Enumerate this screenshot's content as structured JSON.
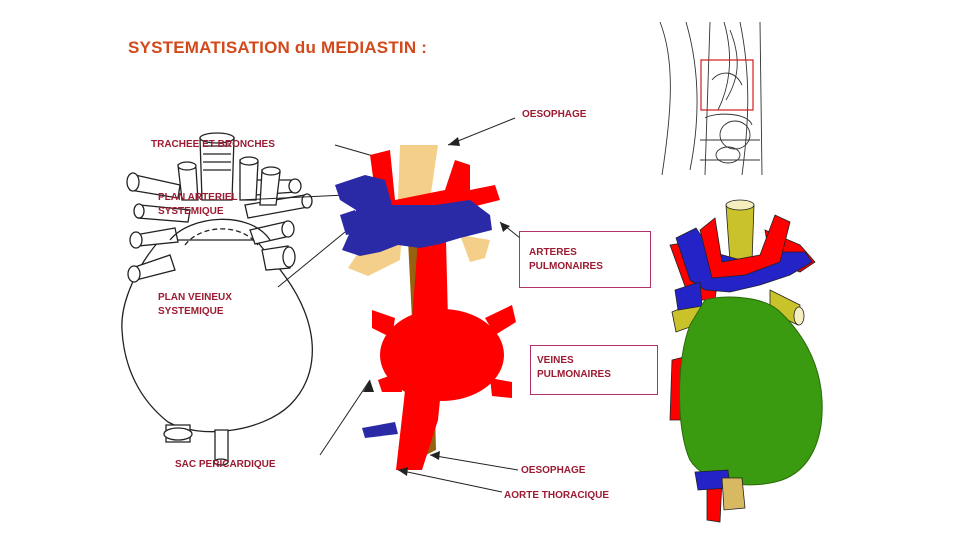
{
  "title": "SYSTEMATISATION  du MEDIASTIN  :",
  "labels": {
    "trachee": "TRACHEE  ET BRONCHES",
    "plan_arteriel_1": "PLAN ARTERIEL",
    "plan_arteriel_2": "SYSTEMIQUE",
    "plan_veineux_1": "PLAN VEINEUX",
    "plan_veineux_2": "SYSTEMIQUE",
    "sac": "SAC PERICARDIQUE",
    "oesophage_top": "OESOPHAGE",
    "arteres_1": "ARTERES",
    "arteres_2": "PULMONAIRES",
    "veines_1": "VEINES",
    "veines_2": "PULMONAIRES",
    "oesophage_bottom": "OESOPHAGE",
    "aorte": "AORTE  THORACIQUE"
  },
  "colors": {
    "title": "#d2491b",
    "label": "#9c1b32",
    "artery_red": "#ff0000",
    "vein_blue": "#2a2aa6",
    "trachea_yellow": "#f3cf8a",
    "esophagus_brown": "#96620f",
    "pericardium_green": "#3a9a10",
    "trachea_olive": "#c9c22a"
  }
}
